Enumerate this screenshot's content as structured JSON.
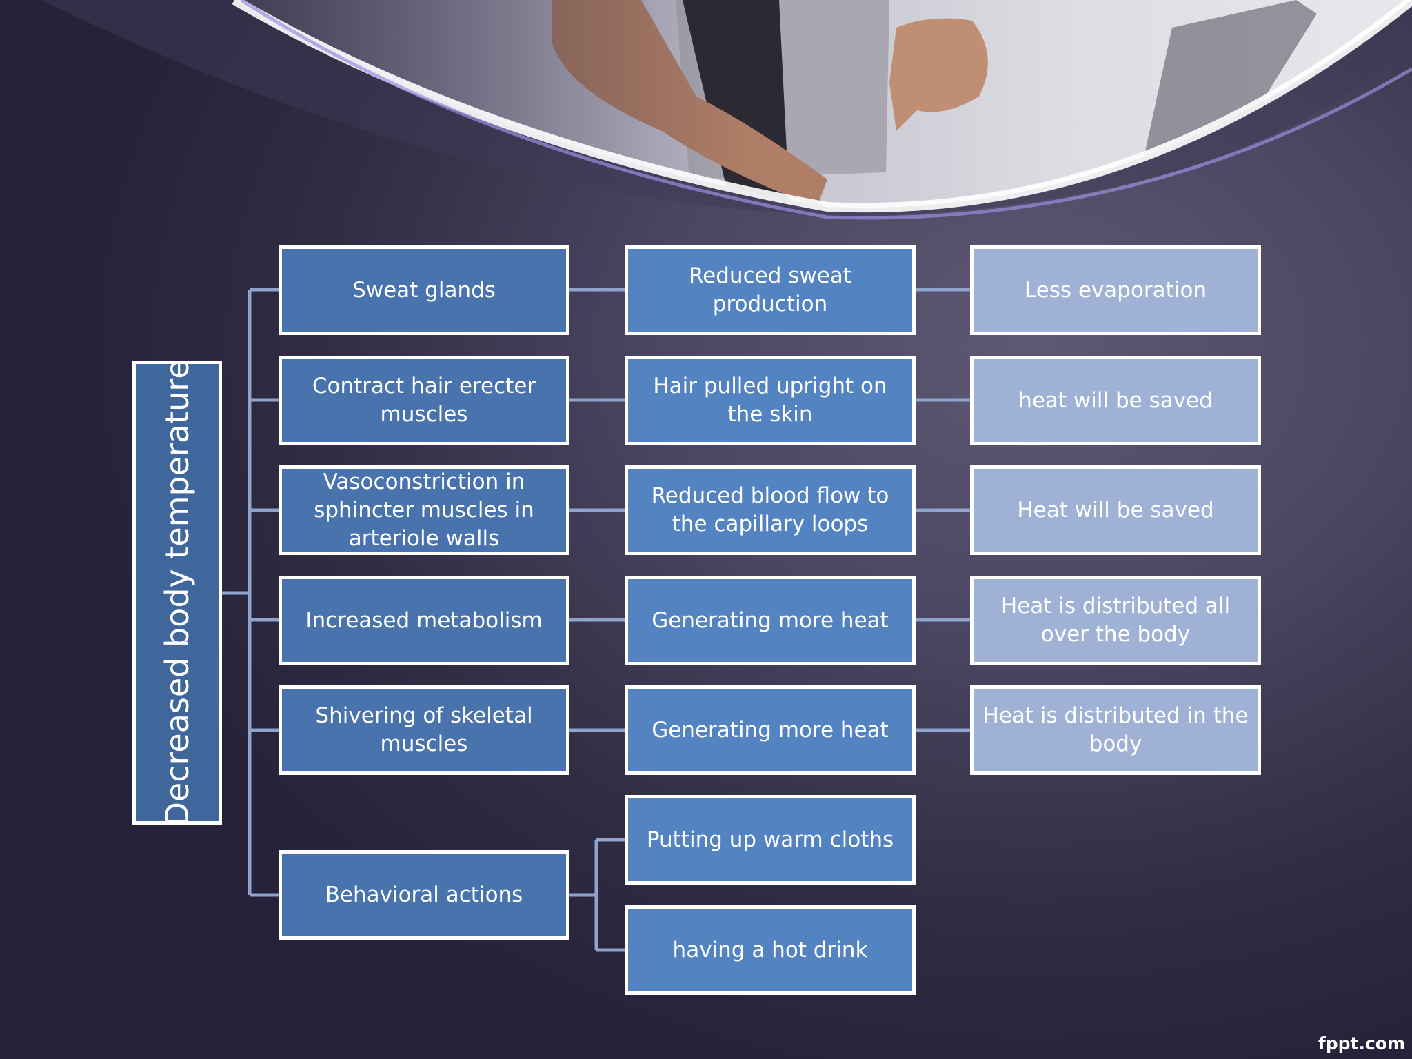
{
  "root": {
    "label": "Decreased body temperature"
  },
  "rows": [
    {
      "effector": "Sweat glands",
      "response": "Reduced sweat production",
      "result": "Less evaporation"
    },
    {
      "effector": "Contract hair erecter muscles",
      "response": "Hair pulled upright on the skin",
      "result": "heat will be saved"
    },
    {
      "effector": "Vasoconstriction in sphincter muscles in arteriole walls",
      "response": "Reduced blood flow to the capillary loops",
      "result": "Heat will be saved"
    },
    {
      "effector": "Increased metabolism",
      "response": "Generating more heat",
      "result": "Heat is distributed all over the body"
    },
    {
      "effector": "Shivering of skeletal muscles",
      "response": "Generating more heat",
      "result": "Heat is distributed in the body"
    }
  ],
  "behavioral": {
    "effector": "Behavioral actions",
    "responses": [
      "Putting up warm cloths",
      "having a hot drink"
    ]
  },
  "watermark": "fppt.com",
  "colors": {
    "column1": "#4873ac",
    "column2": "#5384c1",
    "column3": "#9fb2d6",
    "root": "#3f679c",
    "connector": "#8fa3cc",
    "border": "#ffffff"
  }
}
